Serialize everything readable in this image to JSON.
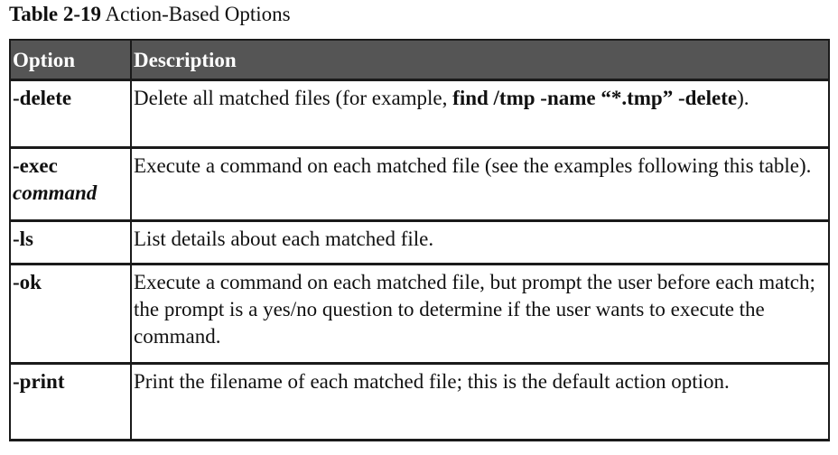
{
  "caption": {
    "number": "Table 2-19",
    "title": "Action-Based Options"
  },
  "table": {
    "headers": [
      "Option",
      "Description"
    ],
    "rows": [
      {
        "option": "-delete",
        "desc_before": "Delete all matched files (for example, ",
        "desc_code": "find /tmp -name “*.tmp” -delete",
        "desc_after": ")."
      },
      {
        "option": "-exec",
        "option_arg": "command",
        "desc": "Execute a command on each matched file (see the examples following this table)."
      },
      {
        "option": "-ls",
        "desc": "List details about each matched file."
      },
      {
        "option": "-ok",
        "desc": "Execute a command on each matched file, but prompt the user before each match; the prompt is a yes/no question to determine if the user wants to execute the command."
      },
      {
        "option": "-print",
        "desc": "Print the filename of each matched file; this is the default action option."
      }
    ]
  }
}
